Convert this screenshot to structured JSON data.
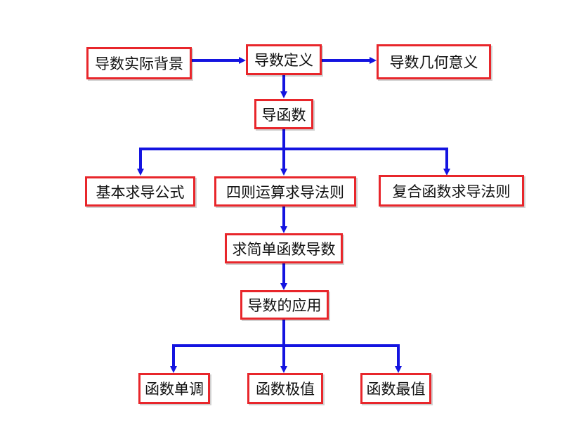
{
  "diagram": {
    "nodes": {
      "background": "导数实际背景",
      "definition": "导数定义",
      "geometric": "导数几何意义",
      "derivative_function": "导函数",
      "basic_formulas": "基本求导公式",
      "four_rules": "四则运算求导法则",
      "composite_rule": "复合函数求导法则",
      "simple_derivatives": "求简单函数导数",
      "applications": "导数的应用",
      "monotonicity": "函数单调",
      "extremum": "函数极值",
      "maximum": "函数最值"
    },
    "colors": {
      "box_border": "#e8262b",
      "arrow": "#1414e0"
    }
  }
}
